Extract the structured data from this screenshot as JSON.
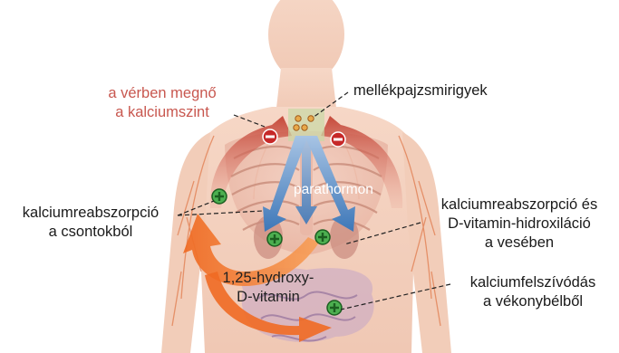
{
  "labels": {
    "calcium_rise_line1": "a vérben megnő",
    "calcium_rise_line2": "a kalciumszint",
    "parathyroid": "mellékpajzsmirigyek",
    "parathormone": "parathormon",
    "bone_line1": "kalciumreabszorpció",
    "bone_line2": "a csontokból",
    "kidney_line1": "kalciumreabszorpció és",
    "kidney_line2": "D-vitamin-hidroxiláció",
    "kidney_line3": "a vesében",
    "vitd_line1": "1,25-hydroxy-",
    "vitd_line2": "D-vitamin",
    "intestine_line1": "kalciumfelszívódás",
    "intestine_line2": "a vékonybélből"
  },
  "colors": {
    "red_text": "#c8574f",
    "inhibit_marker": "#c62828",
    "stimulate_marker": "#4caf50",
    "hormone_arrow": "#5b8fc9",
    "feedback_arrow": "#c0392b",
    "vitamin_arrow": "#f07a2c"
  }
}
